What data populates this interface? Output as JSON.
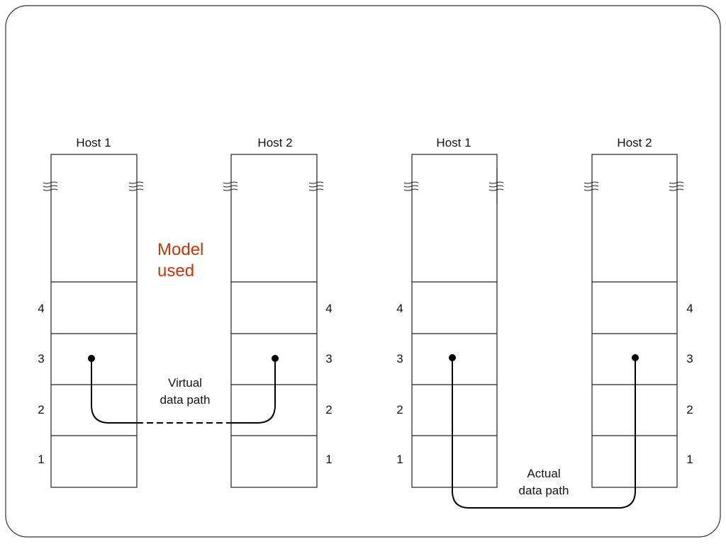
{
  "colors": {
    "accent": "#c0390b",
    "frame": "#333333",
    "line": "#222222"
  },
  "panels": [
    {
      "hosts": [
        "Host 1",
        "Host 2"
      ],
      "layers": [
        "4",
        "3",
        "2",
        "1"
      ],
      "path_label_lines": [
        "Virtual",
        "data path"
      ]
    },
    {
      "hosts": [
        "Host 1",
        "Host 2"
      ],
      "layers": [
        "4",
        "3",
        "2",
        "1"
      ],
      "path_label_lines": [
        "Actual",
        "data path"
      ]
    }
  ],
  "note": {
    "lines": [
      "Model",
      "used"
    ]
  }
}
